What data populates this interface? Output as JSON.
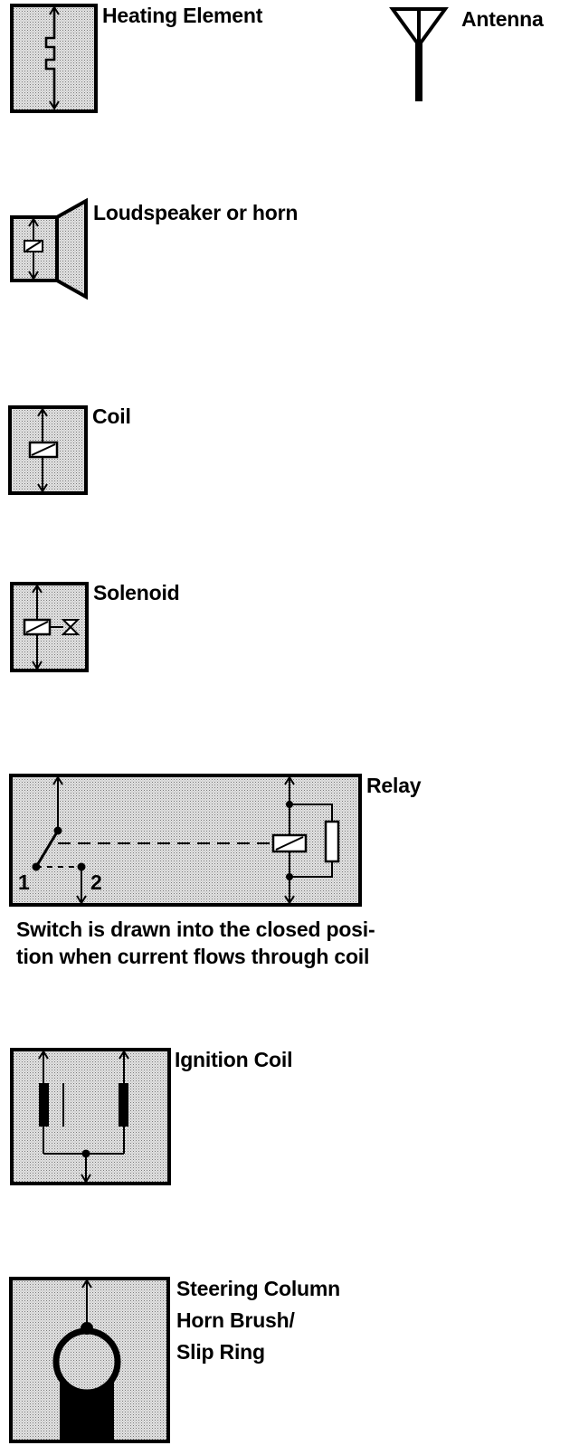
{
  "symbols": {
    "heating_element": "Heating Element",
    "antenna": "Antenna",
    "loudspeaker": "Loudspeaker or horn",
    "coil": "Coil",
    "solenoid": "Solenoid",
    "relay": "Relay",
    "relay_note_line1": "Switch is drawn into the closed posi-",
    "relay_note_line2": "tion when current flows through coil",
    "relay_terminal_1": "1",
    "relay_terminal_2": "2",
    "ignition_coil": "Ignition Coil",
    "horn_brush_line1": "Steering Column",
    "horn_brush_line2": "Horn Brush/",
    "horn_brush_line3": "Slip Ring"
  }
}
